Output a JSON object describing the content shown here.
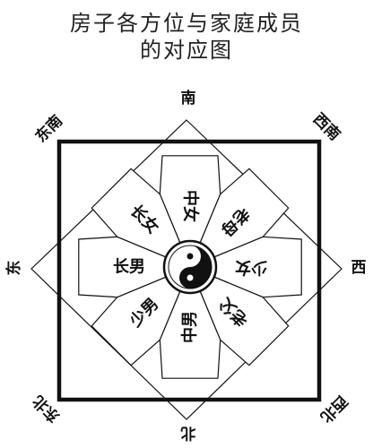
{
  "title": {
    "line1": "房子各方位与家庭成员",
    "line2": "的对应图"
  },
  "colors": {
    "ink": "#111111",
    "background": "#ffffff"
  },
  "directions": {
    "south": "南",
    "southwest": "西南",
    "west": "西",
    "northwest": "西北",
    "north": "北",
    "northeast": "东北",
    "east": "东",
    "southeast": "东南"
  },
  "members": {
    "south": "中女",
    "southwest": "老母",
    "west": "少女",
    "northwest": "老父",
    "north": "中男",
    "northeast": "少男",
    "east": "长男",
    "southeast": "长女"
  },
  "center_symbol": "yin-yang"
}
